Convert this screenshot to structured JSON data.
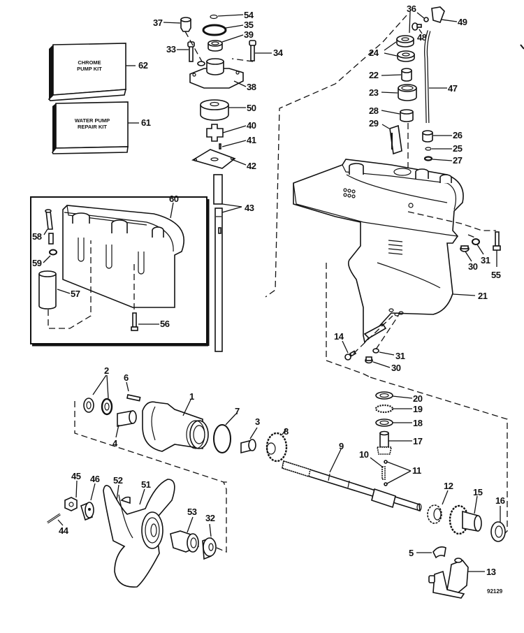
{
  "diagram": {
    "type": "exploded parts diagram",
    "subject": "Outboard motor gearcase / lower unit",
    "figure_number": "92129",
    "kits": [
      {
        "id": "62",
        "label_line1": "CHROME",
        "label_line2": "PUMP KIT"
      },
      {
        "id": "61",
        "label_line1": "WATER PUMP",
        "label_line2": "REPAIR KIT"
      }
    ],
    "callouts": {
      "c1": "1",
      "c2": "2",
      "c3": "3",
      "c4": "4",
      "c5": "5",
      "c6": "6",
      "c7": "7",
      "c8": "8",
      "c9": "9",
      "c10": "10",
      "c11": "11",
      "c12": "12",
      "c13": "13",
      "c14": "14",
      "c15": "15",
      "c16": "16",
      "c17": "17",
      "c18": "18",
      "c19": "19",
      "c20": "20",
      "c21": "21",
      "c22": "22",
      "c23": "23",
      "c24": "24",
      "c25": "25",
      "c26": "26",
      "c27": "27",
      "c28": "28",
      "c29": "29",
      "c30a": "30",
      "c30b": "30",
      "c31a": "31",
      "c31b": "31",
      "c32": "32",
      "c33": "33",
      "c34": "34",
      "c35": "35",
      "c36": "36",
      "c37": "37",
      "c38": "38",
      "c39": "39",
      "c40": "40",
      "c41": "41",
      "c42": "42",
      "c43": "43",
      "c44": "44",
      "c45": "45",
      "c46": "46",
      "c47": "47",
      "c48": "48",
      "c49": "49",
      "c50": "50",
      "c51": "51",
      "c52": "52",
      "c53": "53",
      "c54": "54",
      "c55": "55",
      "c56": "56",
      "c57": "57",
      "c58": "58",
      "c59": "59",
      "c60": "60",
      "c61": "61",
      "c62": "62"
    }
  }
}
